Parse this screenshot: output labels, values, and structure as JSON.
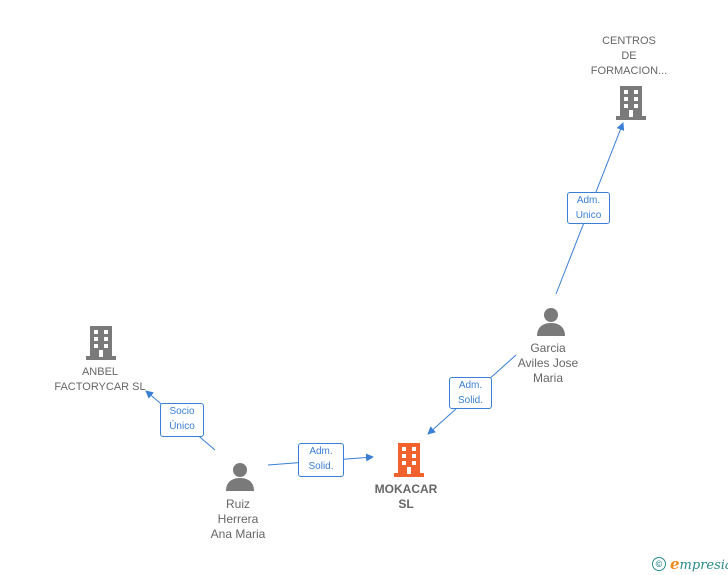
{
  "nodes": {
    "centros": {
      "label": "CENTROS\nDE\nFORMACION...",
      "type": "company"
    },
    "anbel": {
      "label": "ANBEL\nFACTORYCAR SL",
      "type": "company"
    },
    "mokacar": {
      "label": "MOKACAR\nSL",
      "type": "company",
      "highlight": true
    },
    "garcia": {
      "label": "Garcia\nAviles Jose\nMaria",
      "type": "person"
    },
    "ruiz": {
      "label": "Ruiz\nHerrera\nAna Maria",
      "type": "person"
    }
  },
  "edges": [
    {
      "from": "garcia",
      "to": "centros",
      "label": "Adm.\nUnico"
    },
    {
      "from": "garcia",
      "to": "mokacar",
      "label": "Adm.\nSolid."
    },
    {
      "from": "ruiz",
      "to": "mokacar",
      "label": "Adm.\nSolid."
    },
    {
      "from": "ruiz",
      "to": "anbel",
      "label": "Socio\nÚnico"
    }
  ],
  "colors": {
    "edge": "#3a7fd5",
    "company": "#7a7a7a",
    "company_highlight": "#f2622e",
    "person": "#7a7a7a"
  },
  "brand": {
    "symbol": "©",
    "name_initial": "e",
    "name_rest": "mpresia"
  }
}
